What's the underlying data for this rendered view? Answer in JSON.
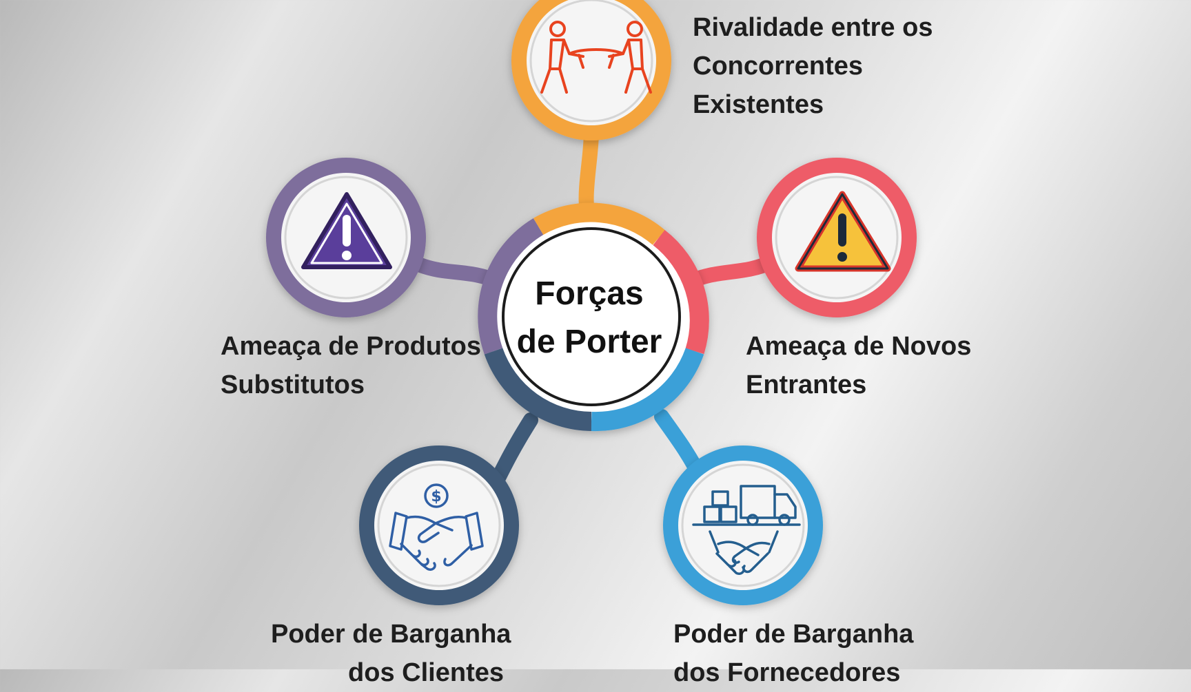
{
  "center": {
    "lines": [
      "Forças",
      "de Porter"
    ]
  },
  "forces": [
    {
      "id": "rivalry",
      "lines": [
        "Rivalidade entre os",
        "Concorrentes",
        "Existentes"
      ],
      "color": "#f4a43c",
      "icon": "tug-of-war-icon"
    },
    {
      "id": "new-entrants",
      "lines": [
        "Ameaça de Novos",
        "Entrantes"
      ],
      "color": "#ee5b67",
      "icon": "warning-triangle-icon"
    },
    {
      "id": "suppliers",
      "lines": [
        "Poder de Barganha",
        "dos Fornecedores"
      ],
      "color": "#3aa0d8",
      "icon": "truck-handshake-icon"
    },
    {
      "id": "clients",
      "lines": [
        "Poder de Barganha",
        "dos Clientes"
      ],
      "color": "#3f5a78",
      "icon": "money-handshake-icon"
    },
    {
      "id": "substitutes",
      "lines": [
        "Ameaça de Produtos",
        "Substitutos"
      ],
      "color": "#7e6e9c",
      "icon": "alert-triangle-icon"
    }
  ]
}
